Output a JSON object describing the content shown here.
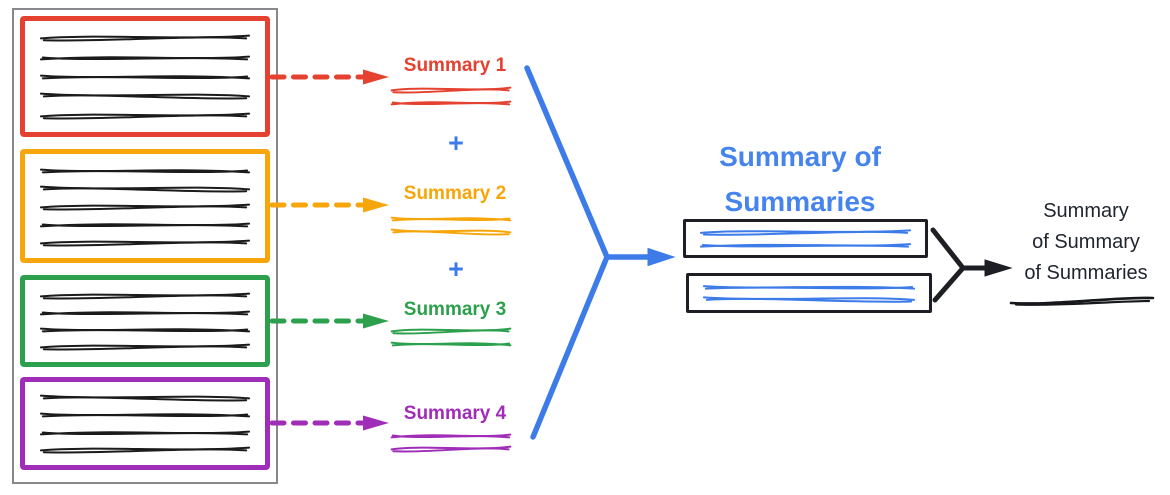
{
  "summaries": [
    {
      "label": "Summary 1",
      "color": "#e54130"
    },
    {
      "label": "Summary 2",
      "color": "#f6a60b"
    },
    {
      "label": "Summary 3",
      "color": "#2ca04d"
    },
    {
      "label": "Summary 4",
      "color": "#a02db8"
    }
  ],
  "operators": {
    "plus1": "+",
    "plus2": "+"
  },
  "merged": {
    "title_line1": "Summary of",
    "title_line2": "Summaries",
    "color": "#4584ec"
  },
  "final": {
    "line1": "Summary",
    "line2": "of Summary",
    "line3": "of Summaries",
    "color": "#1f242e"
  }
}
